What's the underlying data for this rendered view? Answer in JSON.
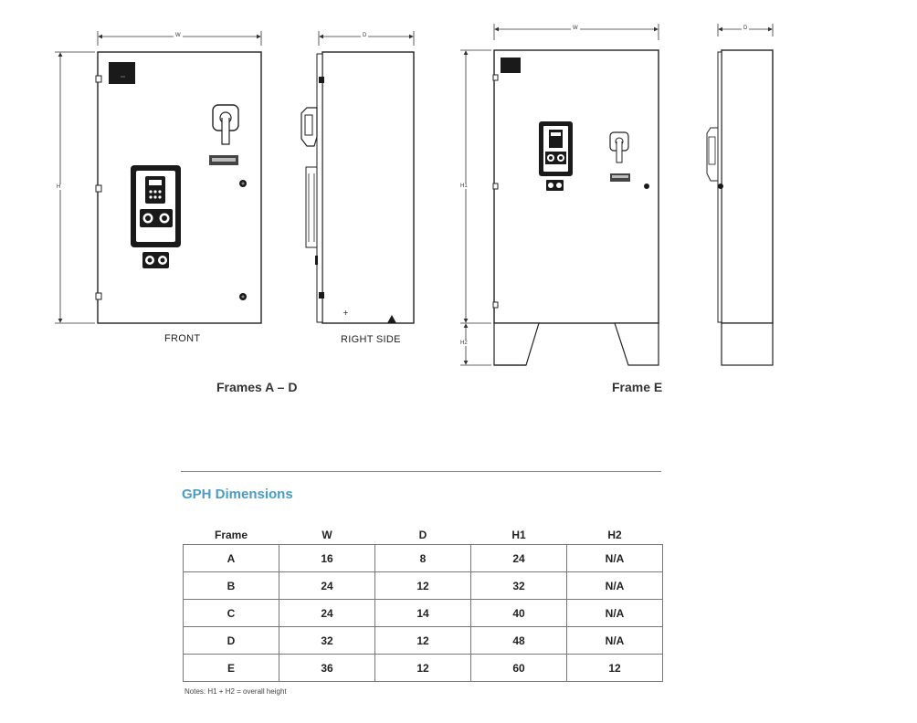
{
  "views": {
    "front_label": "FRONT",
    "side_label": "RIGHT  SIDE"
  },
  "dimensions": {
    "w": "W",
    "d": "D",
    "h": "H",
    "h1": "H1",
    "h2": "H2"
  },
  "frames": {
    "ad_label": "Frames A – D",
    "e_label": "Frame E"
  },
  "table": {
    "title": "GPH Dimensions",
    "headers": [
      "Frame",
      "W",
      "D",
      "H1",
      "H2"
    ],
    "rows": [
      [
        "A",
        "16",
        "8",
        "24",
        "N/A"
      ],
      [
        "B",
        "24",
        "12",
        "32",
        "N/A"
      ],
      [
        "C",
        "24",
        "14",
        "40",
        "N/A"
      ],
      [
        "D",
        "32",
        "12",
        "48",
        "N/A"
      ],
      [
        "E",
        "36",
        "12",
        "60",
        "12"
      ]
    ]
  },
  "notes": "Notes: H1 + H2 = overall height"
}
